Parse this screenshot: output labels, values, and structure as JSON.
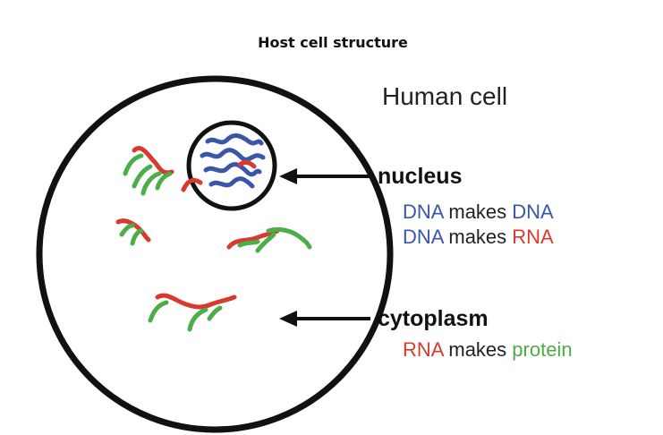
{
  "title": "Host cell structure",
  "cell_label": "Human cell",
  "labels": {
    "nucleus": "nucleus",
    "cytoplasm": "cytoplasm"
  },
  "nucleus_lines": [
    {
      "parts": [
        {
          "text": "DNA",
          "color": "#3a56a8"
        },
        {
          "text": " makes ",
          "color": "#222222"
        },
        {
          "text": "DNA",
          "color": "#3a56a8"
        }
      ]
    },
    {
      "parts": [
        {
          "text": "DNA",
          "color": "#3a56a8"
        },
        {
          "text": " makes ",
          "color": "#222222"
        },
        {
          "text": "RNA",
          "color": "#d83a2e"
        }
      ]
    }
  ],
  "cytoplasm_lines": [
    {
      "parts": [
        {
          "text": "RNA",
          "color": "#d83a2e"
        },
        {
          "text": " makes ",
          "color": "#222222"
        },
        {
          "text": "protein",
          "color": "#4cae48"
        }
      ]
    }
  ],
  "colors": {
    "dna": "#3a56a8",
    "rna": "#d83a2e",
    "protein": "#4cae48",
    "outline": "#111111",
    "text": "#222222"
  }
}
